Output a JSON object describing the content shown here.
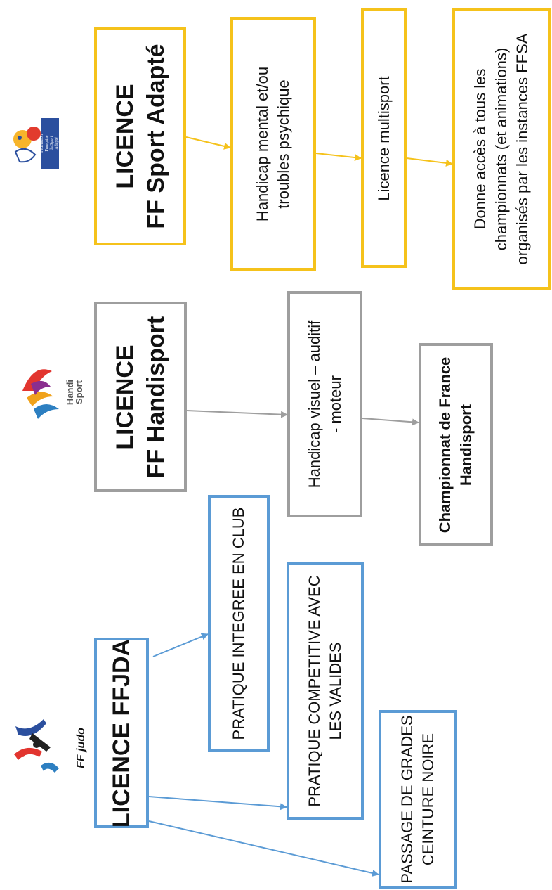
{
  "colors": {
    "ffsa": "#f5c21b",
    "handisport": "#9e9e9e",
    "ffjda": "#5b9bd5"
  },
  "ffsa": {
    "logo_text": [
      "Fédération",
      "Française",
      "du Sport",
      "Adapté"
    ],
    "licence": [
      "LICENCE",
      "FF Sport Adapté"
    ],
    "handicap": [
      "Handicap mental et/ou",
      "troubles psychique"
    ],
    "type": "Licence multisport",
    "access": [
      "Donne accès à tous les",
      "championnats (et animations)",
      "organisés par les instances FFSA"
    ]
  },
  "handisport": {
    "logo_text": [
      "Handi",
      "Sport"
    ],
    "licence": [
      "LICENCE",
      "FF Handisport"
    ],
    "handicap": [
      "Handicap visuel – auditif",
      "- moteur"
    ],
    "championship": [
      "Championnat de France",
      "Handisport"
    ]
  },
  "ffjda": {
    "logo_text": "FF judo",
    "licence": "LICENCE FFJDA",
    "items": [
      "PRATIQUE INTEGREE EN CLUB",
      [
        "PRATIQUE COMPETITIVE AVEC",
        "LES VALIDES"
      ],
      [
        "PASSAGE DE GRADES",
        "CEINTURE NOIRE"
      ]
    ]
  }
}
